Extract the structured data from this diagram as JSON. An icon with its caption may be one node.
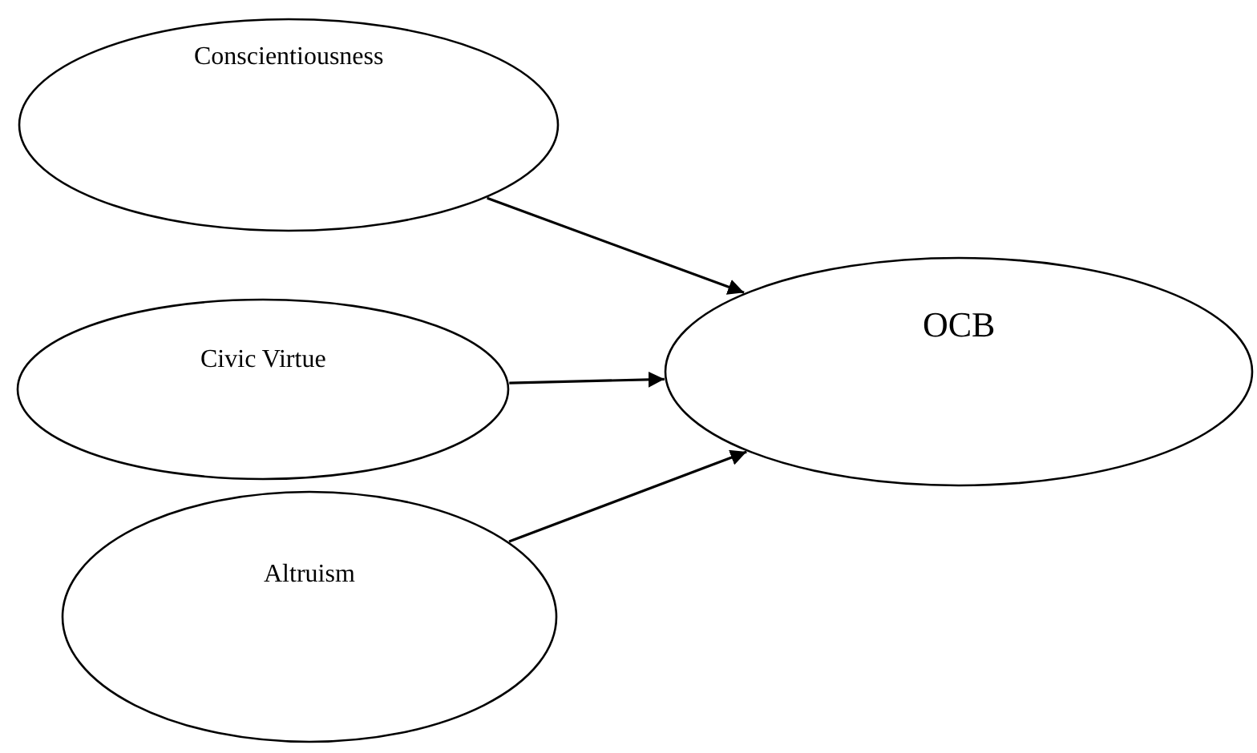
{
  "diagram": {
    "nodes": [
      {
        "text": [
          "Conscientiousness"
        ]
      },
      {
        "text": [
          "Civic Virtue"
        ]
      },
      {
        "text": [
          "Altruism"
        ]
      },
      {
        "text": [
          "OCB"
        ]
      }
    ],
    "edges": [
      {
        "from": 0,
        "to": 3,
        "arrow": "to"
      },
      {
        "from": 1,
        "to": 3,
        "arrow": "to"
      },
      {
        "from": 2,
        "to": 3,
        "arrow": "to"
      }
    ]
  }
}
